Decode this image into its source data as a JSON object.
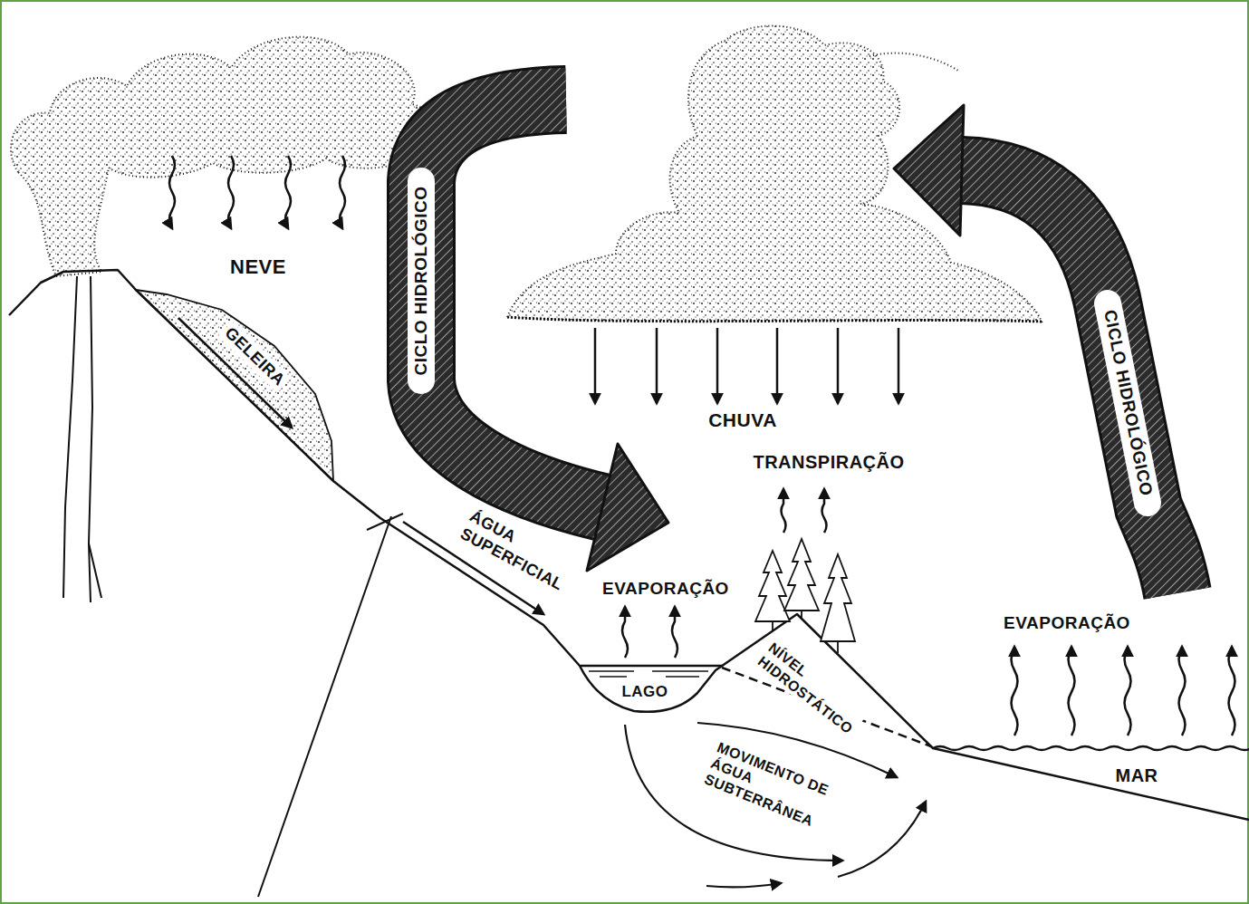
{
  "diagram": {
    "labels": [
      "NEVE",
      "GELEIRA",
      "CICLO HIDROLÓGICO",
      "CHUVA",
      "CICLO HIDROLÓGICO",
      "TRANSPIRAÇÃO",
      "ÁGUA SUPERFICIAL",
      "EVAPORAÇÃO",
      "EVAPORAÇÃO",
      "NÍVEL HIDROSTÁTICO",
      "LAGO",
      "MOVIMENTO DE ÁGUA SUBTERRÂNEA",
      "MAR"
    ]
  }
}
